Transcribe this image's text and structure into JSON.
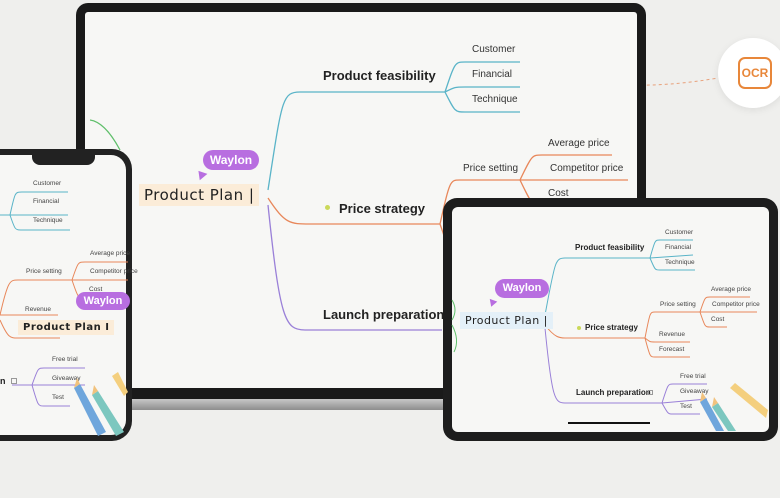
{
  "ocr_badge": {
    "label": "OCR",
    "color": "#e8873a"
  },
  "laptop": {
    "root": "Product Plan |",
    "collaborator": "Waylon",
    "branches": [
      {
        "label": "Product feasibility",
        "children": [
          "Customer",
          "Financial",
          "Technique"
        ]
      },
      {
        "label": "Price strategy",
        "sub": {
          "label": "Price setting",
          "children": [
            "Average price",
            "Competitor price",
            "Cost"
          ]
        }
      },
      {
        "label": "Launch preparation"
      }
    ]
  },
  "tablet": {
    "root": "Product Plan |",
    "collaborator": "Waylon",
    "branches": [
      {
        "label": "Product feasibility",
        "children": [
          "Customer",
          "Financial",
          "Technique"
        ]
      },
      {
        "label": "Price strategy",
        "sub": {
          "label": "Price setting",
          "children": [
            "Average price",
            "Competitor price",
            "Cost"
          ]
        },
        "children": [
          "Revenue",
          "Forecast"
        ]
      },
      {
        "label": "Launch preparation",
        "children": [
          "Free trial",
          "Giveaway",
          "Test"
        ]
      }
    ]
  },
  "phone": {
    "root": "Product Plan I",
    "collaborator": "Waylon",
    "feasibility_children": [
      "Customer",
      "Financial",
      "Technique"
    ],
    "price_setting": "Price setting",
    "price_children": [
      "Average price",
      "Competitor price",
      "Cost"
    ],
    "revenue": "Revenue",
    "launch_partial": "n",
    "launch_children": [
      "Free trial",
      "Giveaway",
      "Test"
    ]
  },
  "colors": {
    "teal": "#5ab4c8",
    "orange": "#e8875a",
    "purple": "#9a80d8",
    "waylon": "#b86ee0"
  }
}
